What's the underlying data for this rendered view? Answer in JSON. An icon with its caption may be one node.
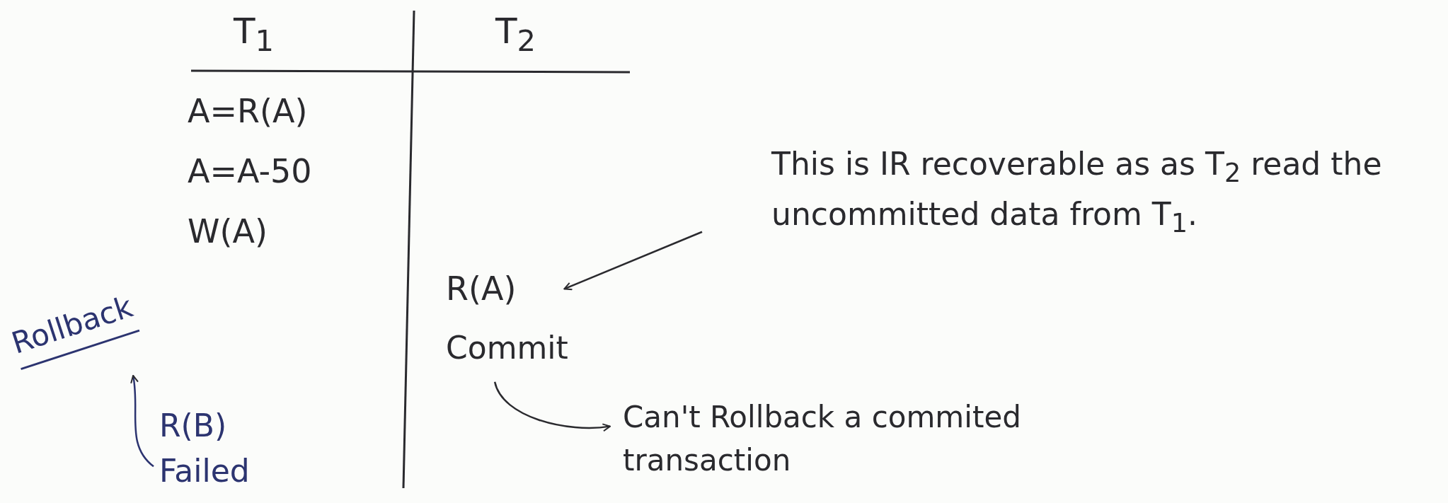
{
  "diagram": {
    "nodes": [
      {
        "text": [
          "Rollback"
        ]
      },
      {
        "text": [
          "R(B)",
          "Failed"
        ]
      },
      {
        "text": [
          "R(A)"
        ]
      },
      {
        "text": [
          "Commit"
        ]
      },
      {
        "text": [
          "This is IR recoverable as as T$_{2}$ read the uncommitted data from T$_{1}$."
        ]
      },
      {
        "text": [
          "Can't Rollback a commited transaction"
        ]
      }
    ],
    "edges": [
      {
        "from": 1,
        "to": 0,
        "arrow": "to"
      },
      {
        "from": 4,
        "to": 2,
        "arrow": "to"
      },
      {
        "from": 3,
        "to": 5,
        "arrow": "to"
      }
    ],
    "labels": [
      "T$_{1}$",
      "T$_{2}$",
      "A=R(A)",
      "A=A-50",
      "W(A)"
    ]
  }
}
